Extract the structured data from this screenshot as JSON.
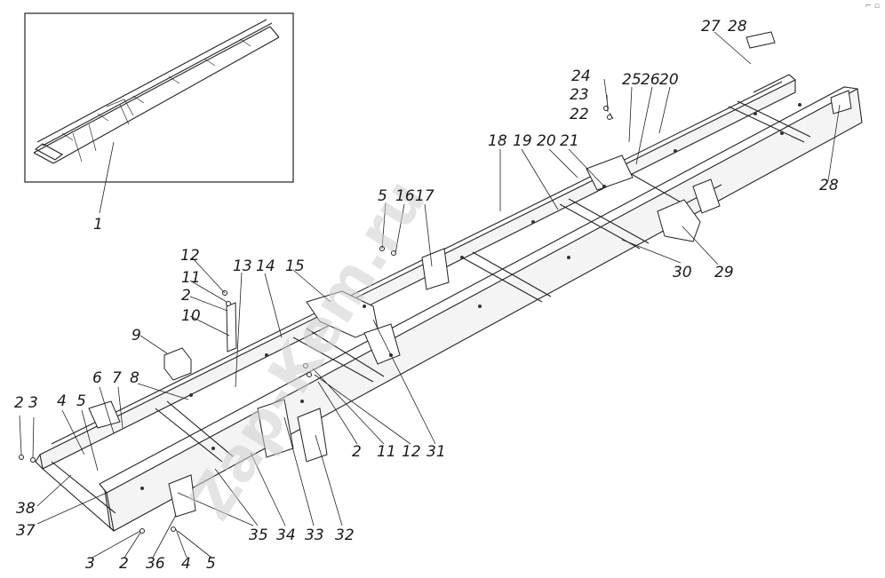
{
  "diagram": {
    "title": "Chassis frame assembly — exploded view",
    "watermark": "Zap-Kem.ru",
    "corner_mark": "⌐ ▫",
    "callouts": [
      "1",
      "2",
      "3",
      "4",
      "5",
      "6",
      "7",
      "8",
      "9",
      "10",
      "11",
      "12",
      "13",
      "14",
      "15",
      "16",
      "17",
      "18",
      "19",
      "20",
      "21",
      "22",
      "23",
      "24",
      "25",
      "26",
      "27",
      "28",
      "29",
      "30",
      "31",
      "32",
      "33",
      "34",
      "35",
      "36",
      "37",
      "38"
    ]
  },
  "labels": [
    {
      "id": "c1",
      "text": "1"
    },
    {
      "id": "c2a",
      "text": "2"
    },
    {
      "id": "c3a",
      "text": "3"
    },
    {
      "id": "c4a",
      "text": "4"
    },
    {
      "id": "c5a",
      "text": "5"
    },
    {
      "id": "c6",
      "text": "6"
    },
    {
      "id": "c7",
      "text": "7"
    },
    {
      "id": "c8",
      "text": "8"
    },
    {
      "id": "c9",
      "text": "9"
    },
    {
      "id": "c12a",
      "text": "12"
    },
    {
      "id": "c11a",
      "text": "11"
    },
    {
      "id": "c2b",
      "text": "2"
    },
    {
      "id": "c10",
      "text": "10"
    },
    {
      "id": "c13",
      "text": "13"
    },
    {
      "id": "c14",
      "text": "14"
    },
    {
      "id": "c15",
      "text": "15"
    },
    {
      "id": "c5b",
      "text": "5"
    },
    {
      "id": "c16",
      "text": "16"
    },
    {
      "id": "c17",
      "text": "17"
    },
    {
      "id": "c18",
      "text": "18"
    },
    {
      "id": "c19",
      "text": "19"
    },
    {
      "id": "c20a",
      "text": "20"
    },
    {
      "id": "c21",
      "text": "21"
    },
    {
      "id": "c22",
      "text": "22"
    },
    {
      "id": "c23",
      "text": "23"
    },
    {
      "id": "c24",
      "text": "24"
    },
    {
      "id": "c25",
      "text": "25"
    },
    {
      "id": "c26",
      "text": "26"
    },
    {
      "id": "c20b",
      "text": "20"
    },
    {
      "id": "c27",
      "text": "27"
    },
    {
      "id": "c28a",
      "text": "28"
    },
    {
      "id": "c28b",
      "text": "28"
    },
    {
      "id": "c29",
      "text": "29"
    },
    {
      "id": "c30",
      "text": "30"
    },
    {
      "id": "c31",
      "text": "31"
    },
    {
      "id": "c12b",
      "text": "12"
    },
    {
      "id": "c11b",
      "text": "11"
    },
    {
      "id": "c2c",
      "text": "2"
    },
    {
      "id": "c32",
      "text": "32"
    },
    {
      "id": "c33",
      "text": "33"
    },
    {
      "id": "c34",
      "text": "34"
    },
    {
      "id": "c35",
      "text": "35"
    },
    {
      "id": "c36",
      "text": "36"
    },
    {
      "id": "c4b",
      "text": "4"
    },
    {
      "id": "c5c",
      "text": "5"
    },
    {
      "id": "c2d",
      "text": "2"
    },
    {
      "id": "c3b",
      "text": "3"
    },
    {
      "id": "c37",
      "text": "37"
    },
    {
      "id": "c38",
      "text": "38"
    }
  ]
}
